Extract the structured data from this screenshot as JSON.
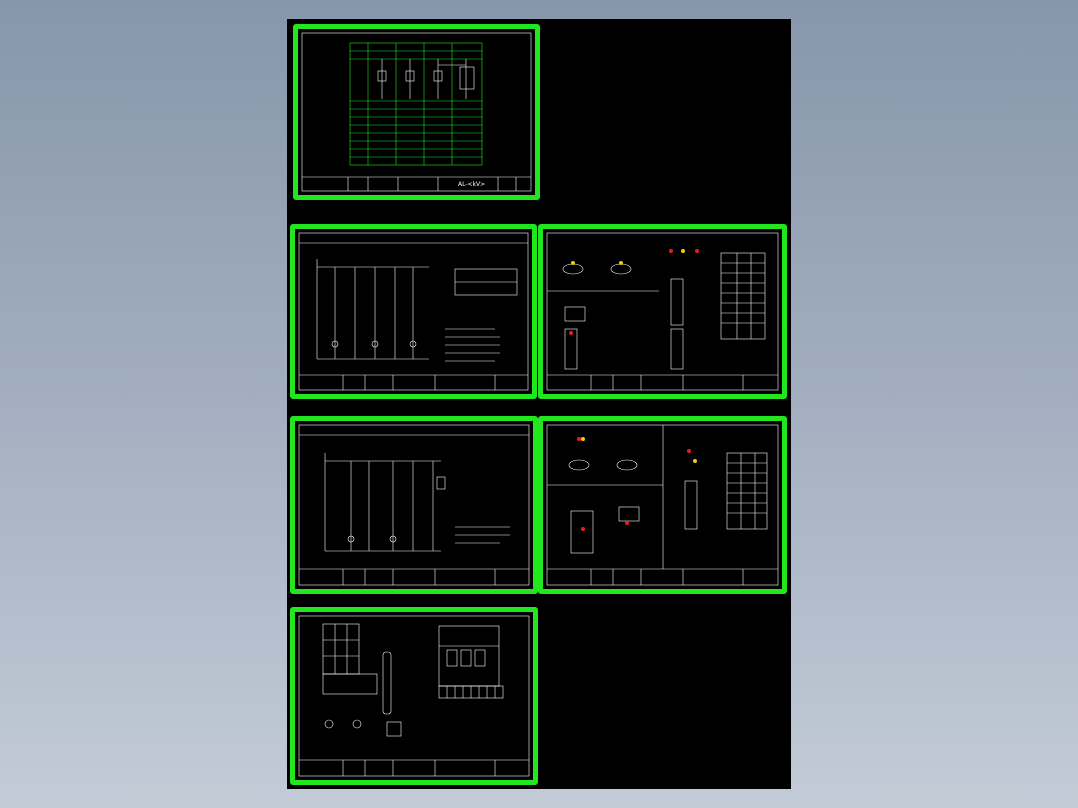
{
  "colors": {
    "background_top": "#8796ab",
    "background_bottom": "#c3cbd7",
    "drawing_area": "#000000",
    "sheet_frame": "#22e61e",
    "line_white": "#ffffff",
    "accent_red": "#e02020",
    "accent_yellow": "#f0d000"
  },
  "sheets": [
    {
      "id": "sheet-1",
      "kind": "panel-schedule-table",
      "title_block_text": "AL-<kV>"
    },
    {
      "id": "sheet-2",
      "kind": "control-wiring-schematic",
      "title_block_text": ""
    },
    {
      "id": "sheet-3",
      "kind": "terminal-connection-diagram",
      "title_block_text": ""
    },
    {
      "id": "sheet-4",
      "kind": "control-wiring-schematic",
      "title_block_text": ""
    },
    {
      "id": "sheet-5",
      "kind": "terminal-connection-diagram",
      "title_block_text": ""
    },
    {
      "id": "sheet-6",
      "kind": "equipment-layout-diagram",
      "title_block_text": ""
    }
  ]
}
